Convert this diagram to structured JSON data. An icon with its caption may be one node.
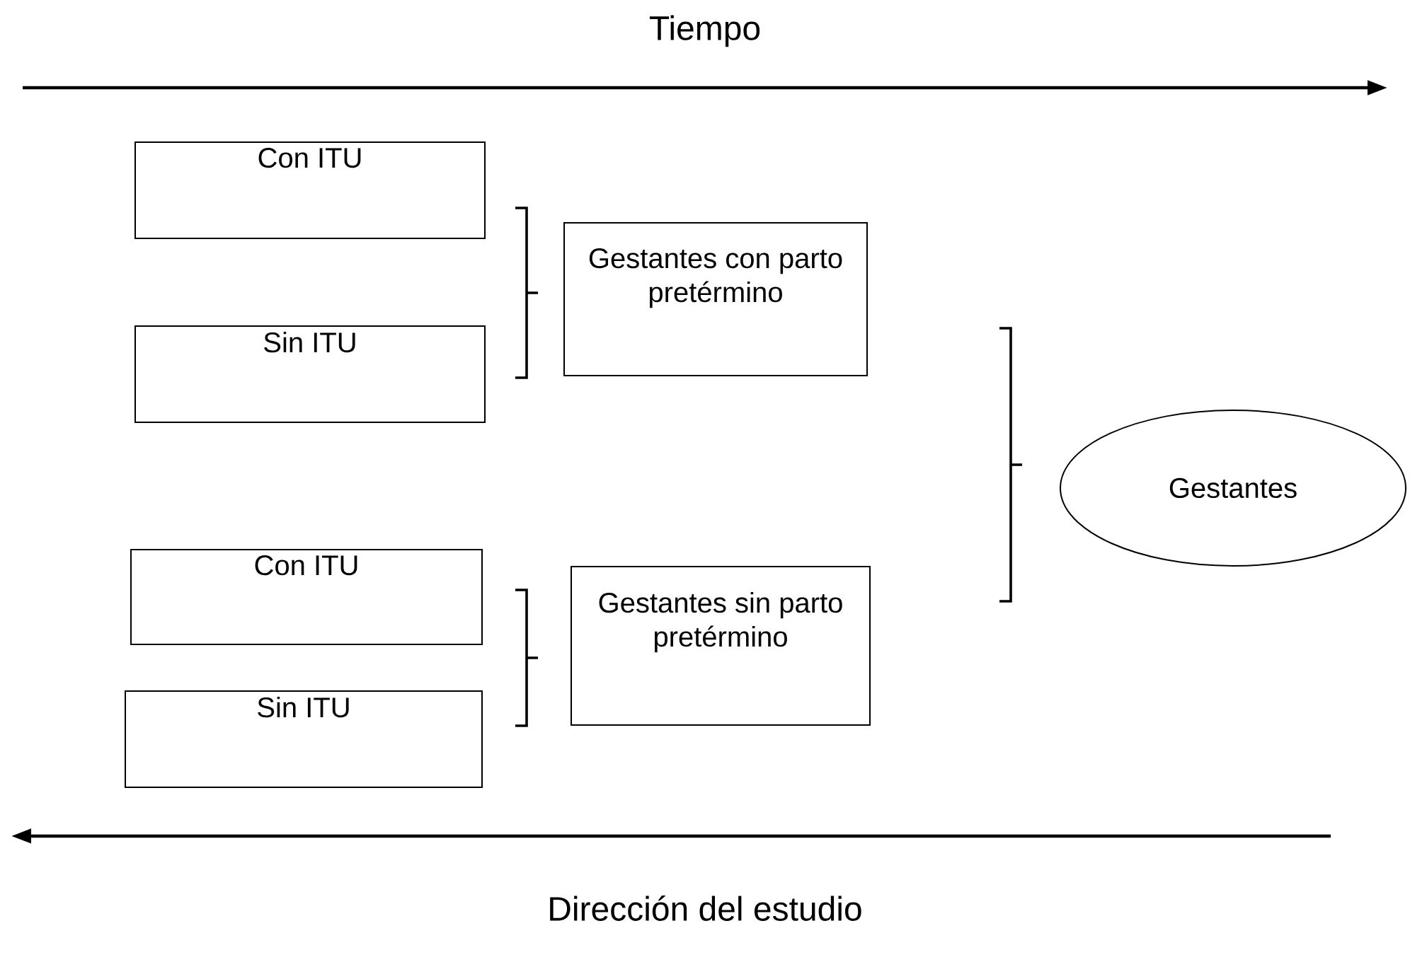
{
  "diagram": {
    "nodes": [
      {
        "text": [
          "Con ITU"
        ]
      },
      {
        "text": [
          "Sin ITU"
        ]
      },
      {
        "text": [
          "Gestantes con parto pretérmino"
        ]
      },
      {
        "text": [
          "Gestantes"
        ]
      },
      {
        "text": [
          "Con ITU"
        ]
      },
      {
        "text": [
          "Sin ITU"
        ]
      },
      {
        "text": [
          "Gestantes sin parto pretérmino"
        ]
      }
    ],
    "labels": [
      "Tiempo",
      "Dirección del estudio"
    ]
  }
}
